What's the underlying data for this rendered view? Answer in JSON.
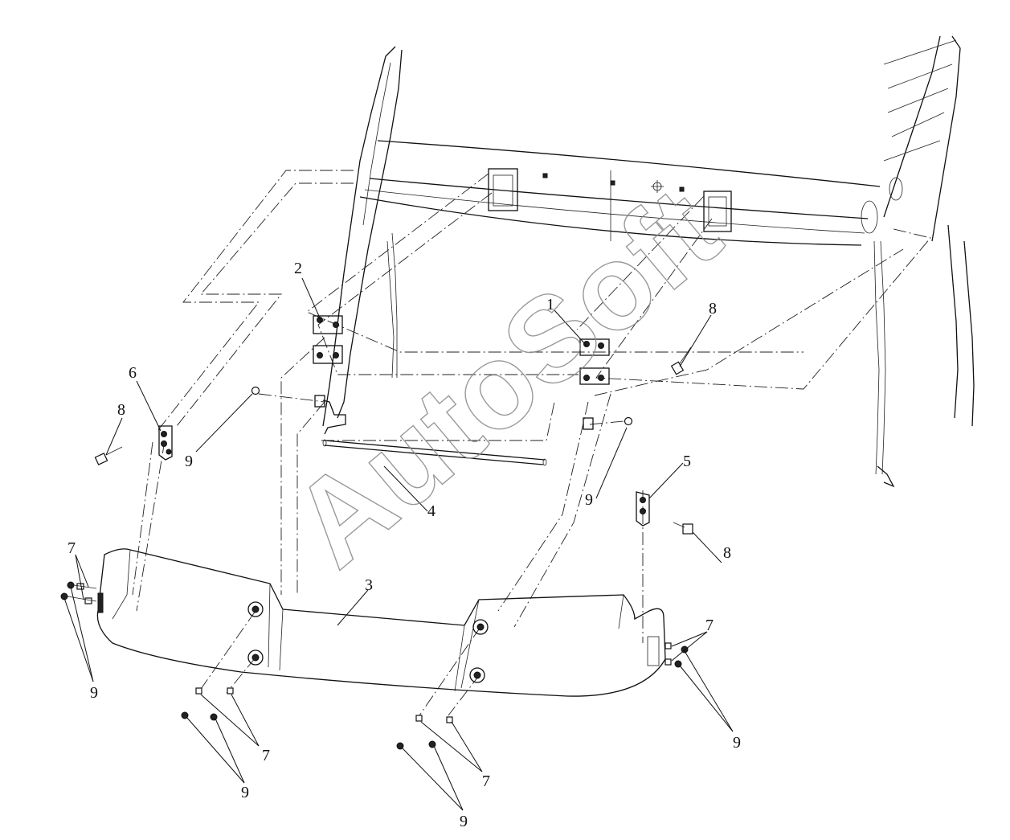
{
  "watermark": "AutoSoft",
  "callouts": {
    "c1": "1",
    "c2": "2",
    "c3": "3",
    "c4": "4",
    "c5": "5",
    "c6": "6",
    "c7a": "7",
    "c7b": "7",
    "c7c": "7",
    "c7d": "7",
    "c8a": "8",
    "c8b": "8",
    "c8c": "8",
    "c9a": "9",
    "c9b": "9",
    "c9c": "9",
    "c9d": "9",
    "c9e": "9",
    "c9f": "9"
  }
}
